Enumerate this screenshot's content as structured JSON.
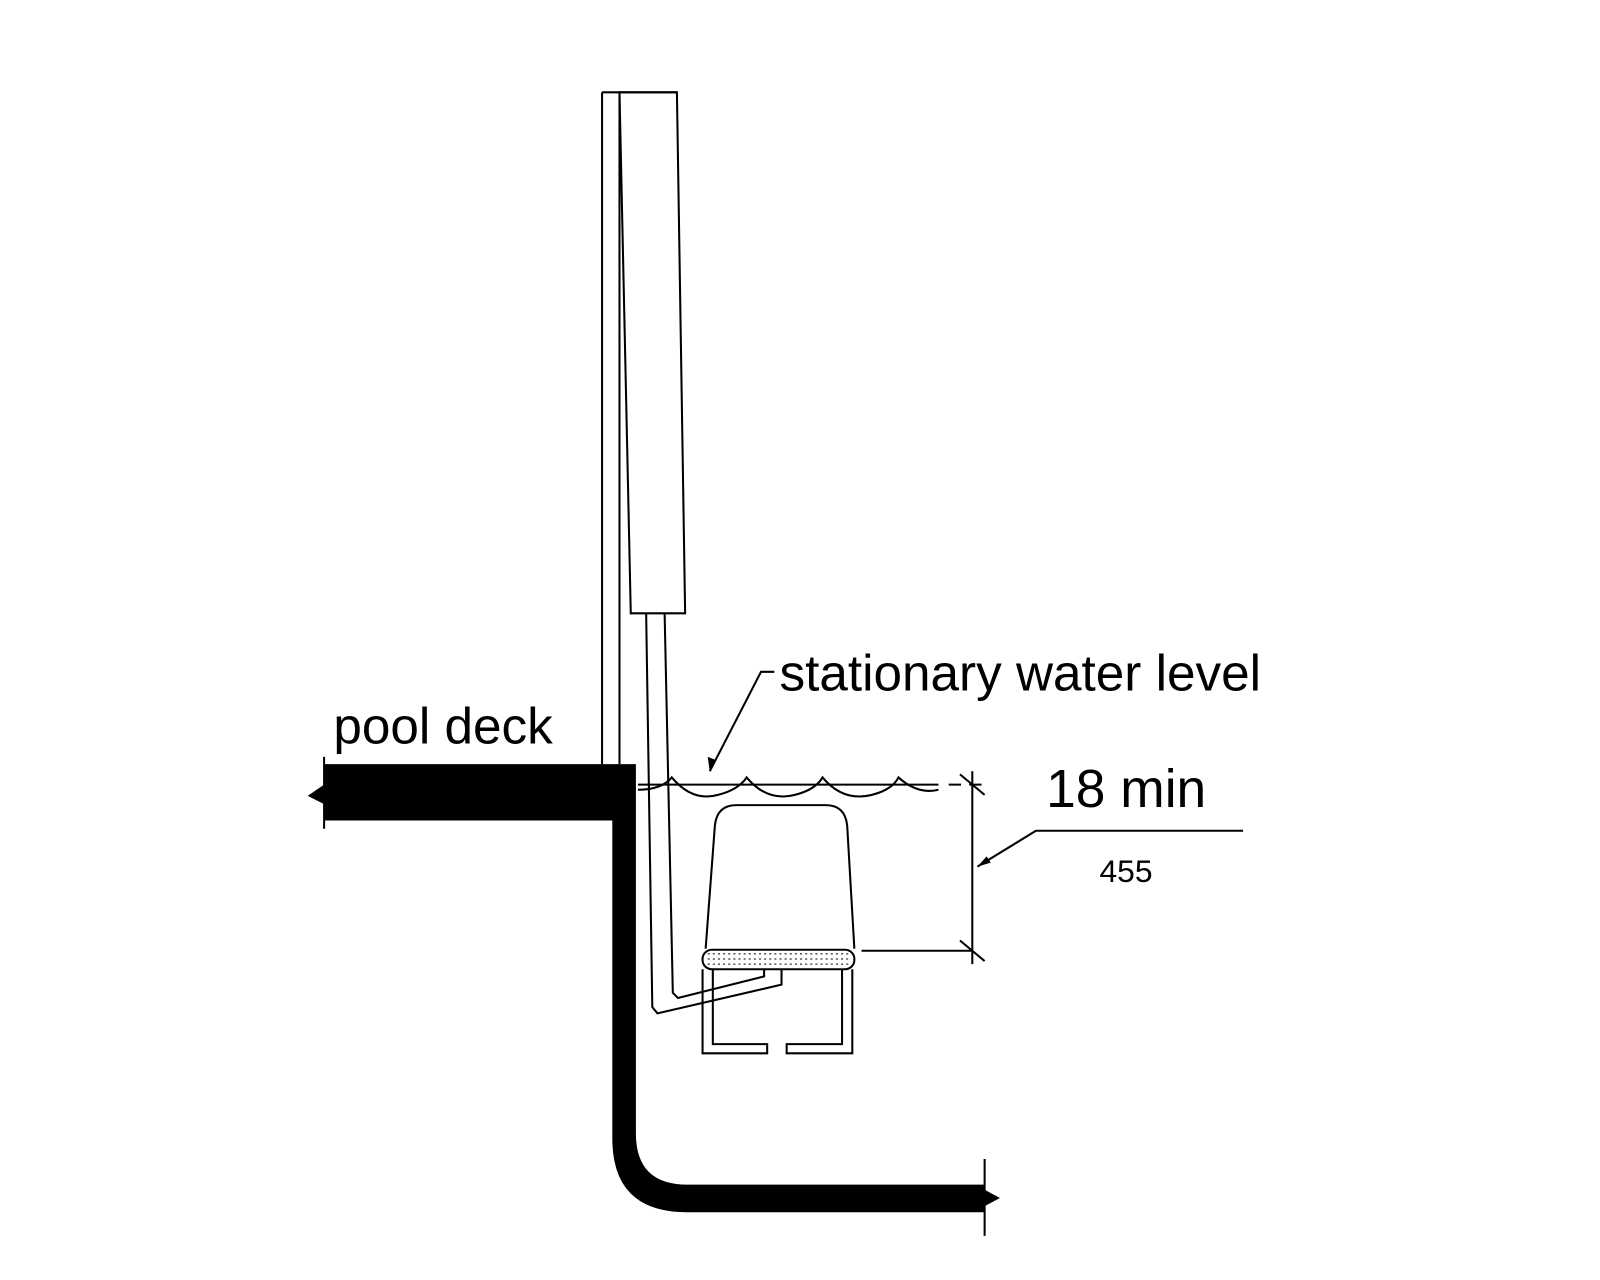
{
  "labels": {
    "pool_deck": "pool deck",
    "water_level": "stationary water level",
    "dimension_imperial": "18 min",
    "dimension_metric": "455"
  },
  "colors": {
    "ink": "#000000",
    "background": "#ffffff"
  }
}
